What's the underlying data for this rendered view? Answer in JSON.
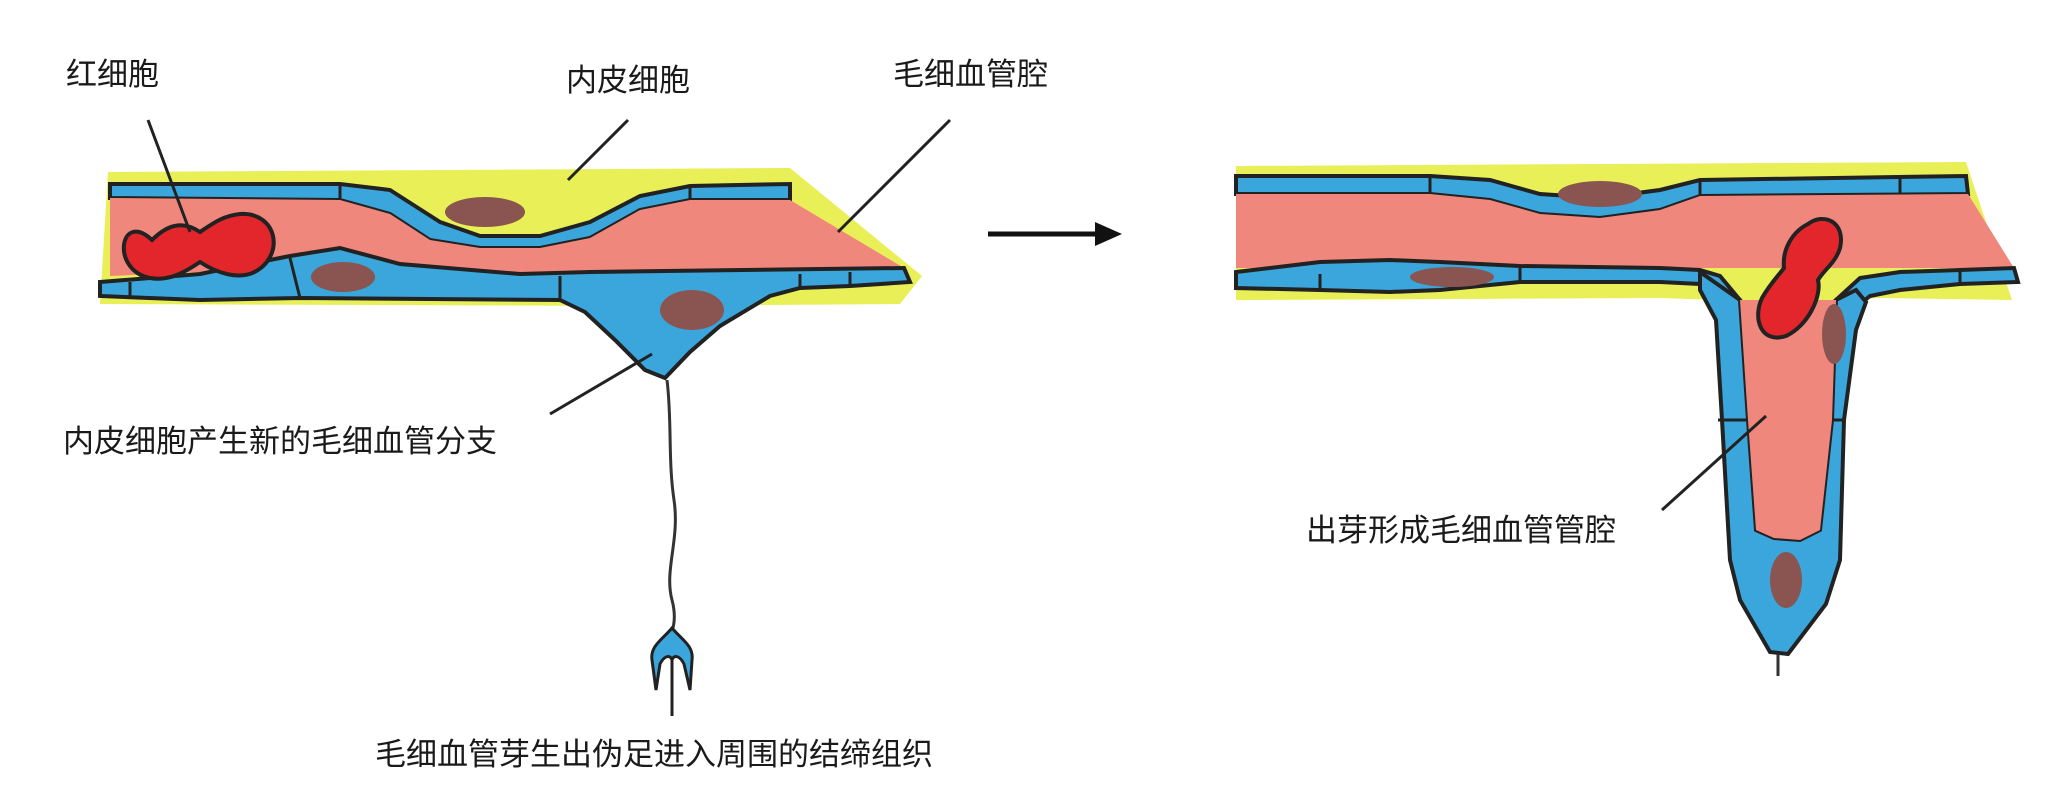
{
  "labels": {
    "red_blood_cell": "红细胞",
    "endothelial_cell": "内皮细胞",
    "capillary_lumen": "毛细血管腔",
    "new_branch": "内皮细胞产生新的毛细血管分支",
    "pseudopod": "毛细血管芽生出伪足进入周围的结缔组织",
    "sprout_lumen": "出芽形成毛细血管管腔"
  },
  "colors": {
    "lumen": "#f0877c",
    "endothelium": "#3aa6dc",
    "nucleus": "#8a5450",
    "rbc": "#e3262b",
    "connective_tissue": "#e4ec3a",
    "outline": "#222222"
  },
  "icons": {
    "arrow": "right-arrow-icon"
  }
}
